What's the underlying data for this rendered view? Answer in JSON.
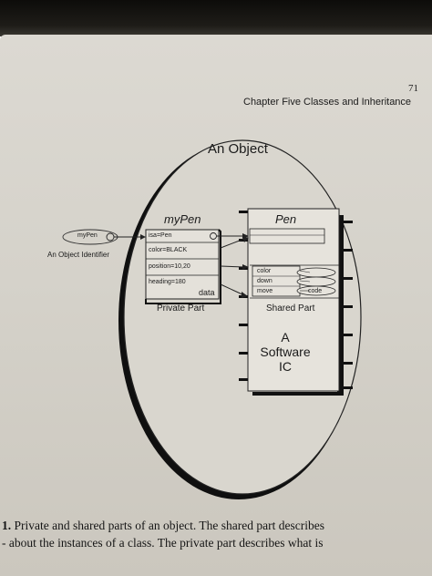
{
  "header": {
    "page_number": "71",
    "running_head": "Chapter Five   Classes and Inheritance"
  },
  "figure": {
    "title": "An Object",
    "identifier": {
      "name": "myPen",
      "label": "An Object Identifier"
    },
    "private_part": {
      "title": "myPen",
      "fields": [
        "isa=Pen",
        "color=BLACK",
        "position=10,20",
        "heading=180"
      ],
      "data_label": "data",
      "caption": "Private Part"
    },
    "shared_part": {
      "title": "Pen",
      "methods": [
        "color",
        "down",
        "move"
      ],
      "code_label": "code",
      "caption": "Shared Part",
      "ic_label": "A\nSoftware\nIC"
    }
  },
  "caption": {
    "number": "1.",
    "line1": "Private and shared parts of an object. The shared part describes",
    "line2": "- about the instances of a class. The private part describes what is"
  }
}
